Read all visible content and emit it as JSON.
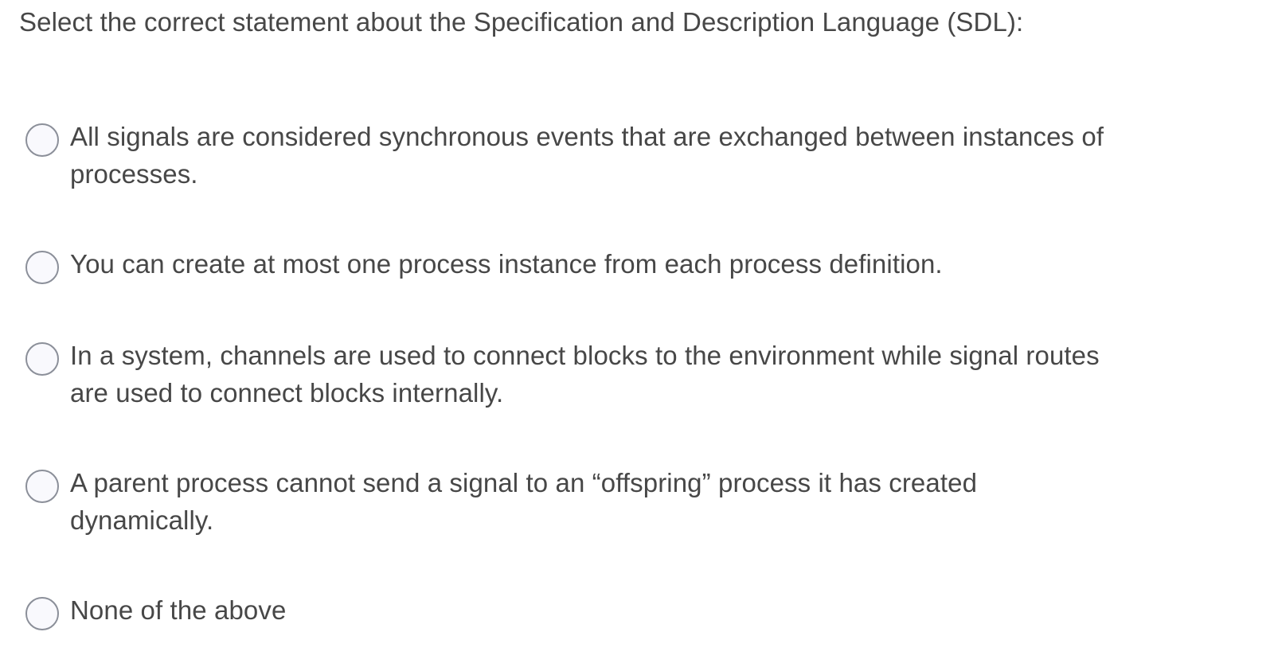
{
  "question": {
    "prompt": "Select the correct statement about the Specification and Description Language (SDL):"
  },
  "options": [
    {
      "id": "option-1",
      "label": "All signals are considered synchronous events that are exchanged between instances of processes.",
      "selected": false
    },
    {
      "id": "option-2",
      "label": "You can create at most one process instance from each process definition.",
      "selected": false
    },
    {
      "id": "option-3",
      "label": "In a system, channels are used to connect blocks to the environment while signal routes are used to connect blocks internally.",
      "selected": false
    },
    {
      "id": "option-4",
      "label": "A parent process cannot send a signal to an “offspring” process it has created dynamically.",
      "selected": false
    },
    {
      "id": "option-5",
      "label": "None of the above",
      "selected": false
    }
  ],
  "colors": {
    "background": "#ffffff",
    "text": "#474747",
    "radio_border": "#8b8f99",
    "radio_fill": "#f9f9fd"
  }
}
